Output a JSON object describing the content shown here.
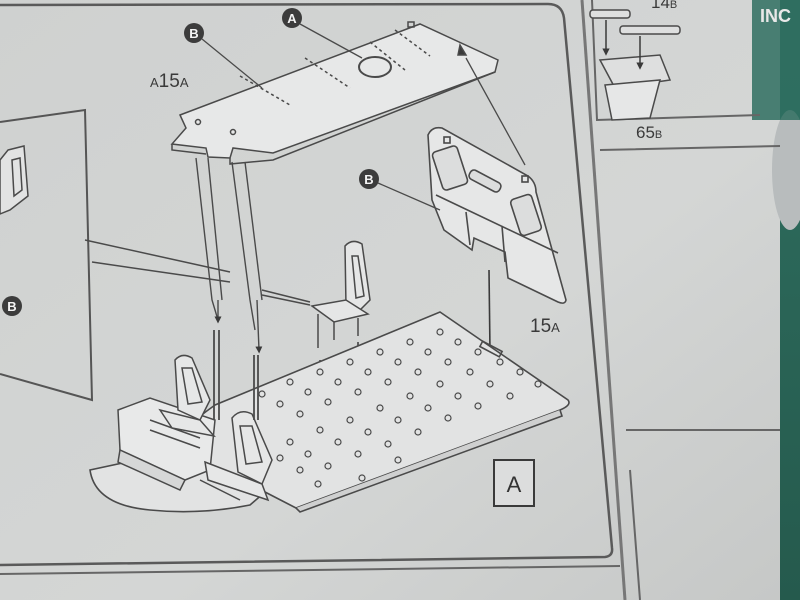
{
  "scene": "Photograph of a printed plastic model kit instruction sheet showing an isometric assembly step for an aircraft cabin interior",
  "labels": {
    "callout_a": "A",
    "callout_b_top": "B",
    "callout_b_panel": "B",
    "callout_b_left": "B",
    "part_top_prefix": "A",
    "part_top_num": "15",
    "part_top_suffix": "A",
    "part_panel_num": "15",
    "part_panel_suffix": "A",
    "right_top_part_num": "14",
    "right_top_part_suffix": "B",
    "right_part_num": "65",
    "right_part_suffix": "B",
    "step_letter": "A",
    "edge_text": "INC"
  },
  "colors": {
    "paper": "#d2d4d3",
    "paper_shadow": "#c4c6c5",
    "ink": "#4a4a4a",
    "callout_fill": "#3c3c3c",
    "background_mat": "#2f6f60"
  }
}
